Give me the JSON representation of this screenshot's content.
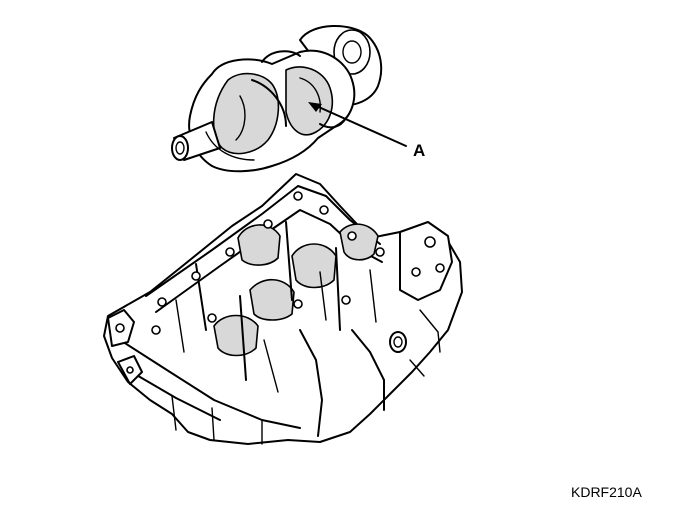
{
  "diagram": {
    "callout_label": "A",
    "figure_code": "KDRF210A",
    "parts": {
      "crankshaft": "crankshaft-illustration",
      "block": "cylinder-block-illustration"
    },
    "colors": {
      "line": "#000000",
      "background": "#ffffff"
    }
  }
}
